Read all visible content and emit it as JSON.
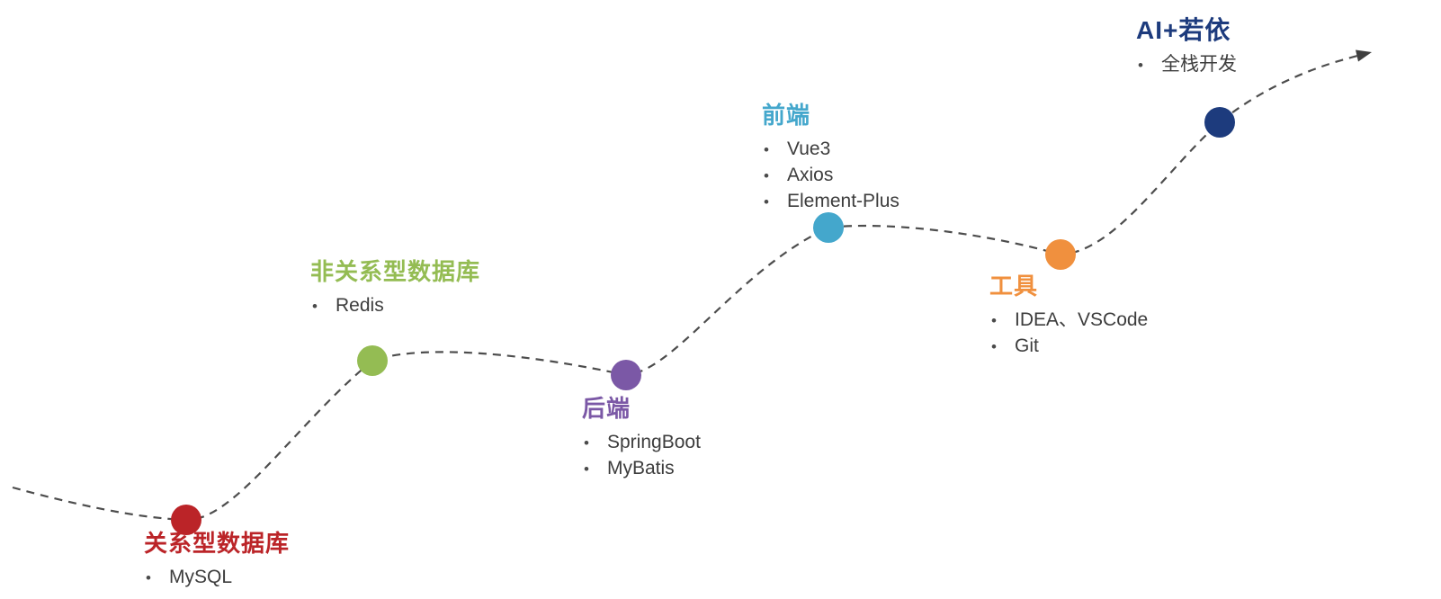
{
  "diagram": {
    "description": "Learning roadmap curve with six milestones from databases to AI full-stack",
    "background_color": "#ffffff",
    "line_color": "#4d4d4d",
    "arrow_color": "#3f3f3f",
    "text_color": "#3d3d3d",
    "bullet_glyph": "•",
    "milestones": [
      {
        "id": "relational-db",
        "title": "关系型数据库",
        "color": "#BB2428",
        "items": [
          "MySQL"
        ]
      },
      {
        "id": "nosql-db",
        "title": "非关系型数据库",
        "color": "#94BC53",
        "items": [
          "Redis"
        ]
      },
      {
        "id": "backend",
        "title": "后端",
        "color": "#7B58A6",
        "items": [
          "SpringBoot",
          "MyBatis"
        ]
      },
      {
        "id": "frontend",
        "title": "前端",
        "color": "#44A7CC",
        "items": [
          "Vue3",
          "Axios",
          "Element-Plus"
        ]
      },
      {
        "id": "tools",
        "title": "工具",
        "color": "#F0903E",
        "items": [
          "IDEA、VSCode",
          "Git"
        ]
      },
      {
        "id": "ai-ruoyi",
        "title": "AI+若依",
        "color": "#1D3B7D",
        "items": [
          "全栈开发"
        ]
      }
    ]
  }
}
